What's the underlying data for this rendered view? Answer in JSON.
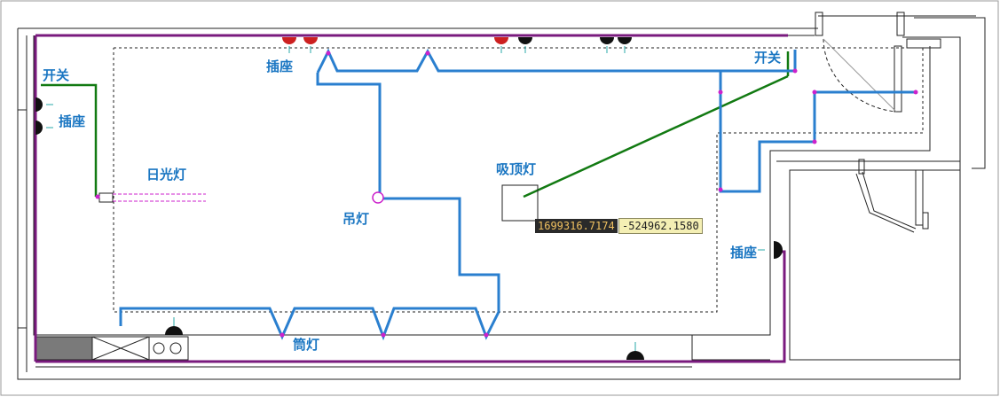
{
  "labels": {
    "switch_left": "开关",
    "socket_left": "插座",
    "socket_top": "插座",
    "fluorescent": "日光灯",
    "pendant": "吊灯",
    "ceiling_light": "吸顶灯",
    "switch_right": "开关",
    "socket_right": "插座",
    "downlight": "筒灯"
  },
  "cursor": {
    "x": "1699316.7174",
    "y": "-524962.1580"
  },
  "colors": {
    "lighting_wire": "#2a7fcf",
    "switch_wire": "#127a12",
    "socket_wire": "#7a1a7e",
    "label": "#1a76c2",
    "socket_active": "#cc2020",
    "socket_idle": "#111111",
    "marker": "#cc22cc"
  }
}
